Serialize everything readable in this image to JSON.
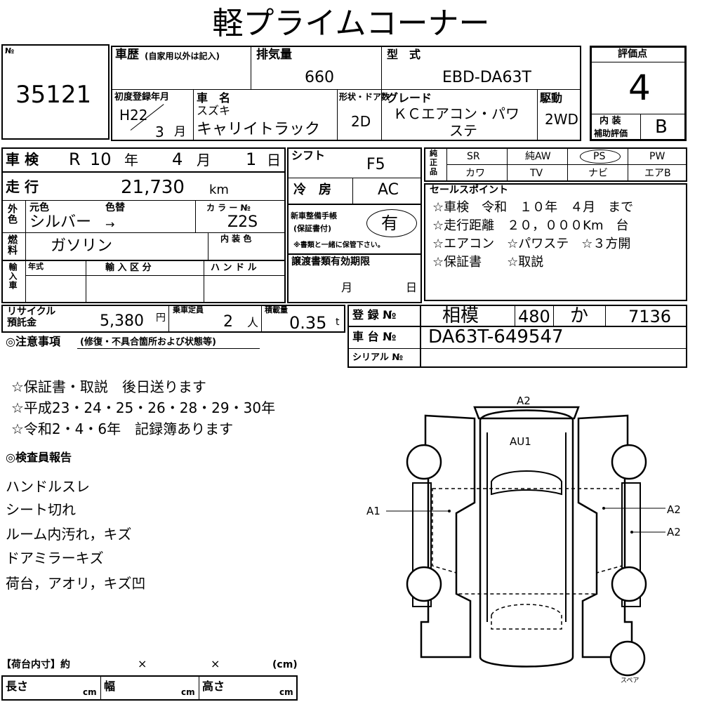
{
  "title": "軽プライムコーナー",
  "lot": {
    "label": "№",
    "number": "35121"
  },
  "history": {
    "label": "車歴",
    "sub": "(自家用以外は記入)"
  },
  "displacement": {
    "label": "排気量",
    "value": "660"
  },
  "model": {
    "label": "型　式",
    "value": "EBD-DA63T"
  },
  "score": {
    "label": "評価点",
    "value": "4",
    "interior_label1": "内 装",
    "interior_label2": "補助評価",
    "interior_value": "B"
  },
  "first_reg": {
    "label": "初度登録年月",
    "era_year": "H22",
    "month": "3",
    "month_unit": "月"
  },
  "car_name": {
    "label": "車　名",
    "maker": "スズキ",
    "name": "キャリイトラック"
  },
  "doors": {
    "label": "形状・ドア数",
    "value": "2D"
  },
  "grade": {
    "label": "グレード",
    "line1": "ＫＣエアコン・パワ",
    "line2": "ステ"
  },
  "drive": {
    "label": "駆動",
    "value": "2WD"
  },
  "inspection": {
    "label": "車 検",
    "era": "R",
    "year": "10",
    "year_u": "年",
    "month": "4",
    "month_u": "月",
    "day": "1",
    "day_u": "日"
  },
  "mileage": {
    "label": "走 行",
    "value": "21,730",
    "unit": "km"
  },
  "color": {
    "side_label": "外色",
    "orig_label": "元色",
    "change_label": "色替",
    "code_label": "カ ラ ー №",
    "value": "シルバー",
    "arrow": "→",
    "code": "Z2S"
  },
  "interior_color": {
    "label": "内 装 色"
  },
  "fuel": {
    "label": "燃料",
    "value": "ガソリン"
  },
  "import": {
    "side_label": "輸入車",
    "year_label": "年式",
    "type_label": "輸 入 区 分",
    "handle_label": "ハ ン ド ル"
  },
  "shift": {
    "label": "シフト",
    "value": "F5"
  },
  "aircon": {
    "label": "冷　房",
    "value": "AC"
  },
  "warranty": {
    "label1": "新車整備手帳",
    "label2": "(保証書付)",
    "value": "有",
    "note": "※書類と一緒に保管下さい。"
  },
  "transfer": {
    "label": "譲渡書類有効期限",
    "month_u": "月",
    "day_u": "日"
  },
  "equipment": {
    "side_label": "純正品",
    "row1": [
      "SR",
      "純AW",
      "PS",
      "PW"
    ],
    "row2": [
      "カワ",
      "TV",
      "ナビ",
      "エアB"
    ]
  },
  "sales_points": {
    "label": "セールスポイント",
    "lines": [
      "☆車検　令和　１０年　４月　まで",
      "☆走行距離　２０，０００Km　台",
      "☆エアコン　☆パワステ　☆３方開",
      "☆保証書　　☆取説"
    ]
  },
  "recycle": {
    "label1": "リサイクル",
    "label2": "預託金",
    "value": "5,380",
    "unit": "円"
  },
  "capacity": {
    "label": "乗車定員",
    "value": "2",
    "unit": "人"
  },
  "load": {
    "label": "積載量",
    "value": "0.35",
    "unit": "t"
  },
  "registration": {
    "label": "登 録 №",
    "area": "相模",
    "class": "480",
    "kana": "か",
    "number": "7136"
  },
  "chassis": {
    "label": "車 台 №",
    "value": "DA63T-649547"
  },
  "serial": {
    "label": "シリアル №"
  },
  "notes": {
    "heading": "◎注意事項",
    "heading_sub": "(修復・不具合箇所および状態等)",
    "lines": [
      "☆保証書・取説　後日送ります",
      "☆平成23・24・25・26・28・29・30年",
      "☆令和2・4・6年　記録簿あります"
    ]
  },
  "inspector": {
    "heading": "◎検査員報告",
    "lines": [
      "ハンドルスレ",
      "シート切れ",
      "ルーム内汚れ，キズ",
      "ドアミラーキズ",
      "荷台，アオリ，キズ凹"
    ]
  },
  "diagram": {
    "labels": {
      "top": "A2",
      "front": "AU1",
      "left": "A1",
      "right1": "A2",
      "right2": "A2"
    },
    "spare": "スペア"
  },
  "bed": {
    "label": "【荷台内寸】約",
    "times1": "×",
    "times2": "×",
    "unit": "(cm)",
    "length": "長さ",
    "width": "幅",
    "height": "高さ",
    "cm": "cm"
  }
}
